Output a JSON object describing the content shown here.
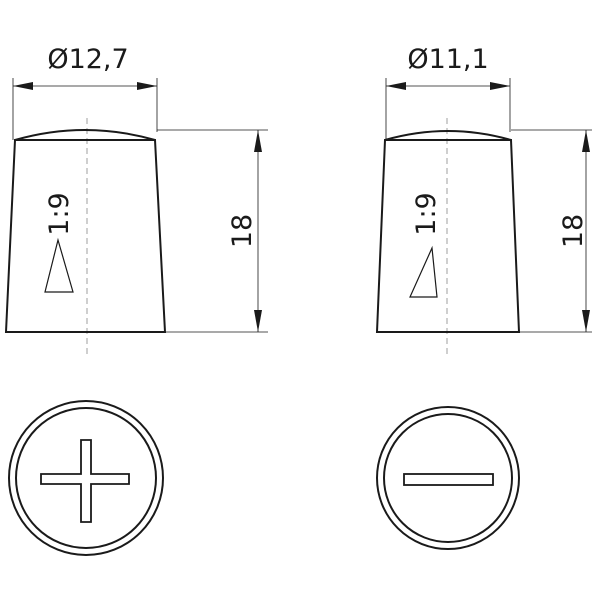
{
  "terminals": [
    {
      "name": "positive",
      "diameter_label": "Ø12,7",
      "height_label": "18",
      "taper_label": "1:9",
      "symbol": "plus"
    },
    {
      "name": "negative",
      "diameter_label": "Ø11,1",
      "height_label": "18",
      "taper_label": "1:9",
      "symbol": "minus"
    }
  ],
  "colors": {
    "line": "#1a1a1a",
    "centerline": "#888888"
  }
}
